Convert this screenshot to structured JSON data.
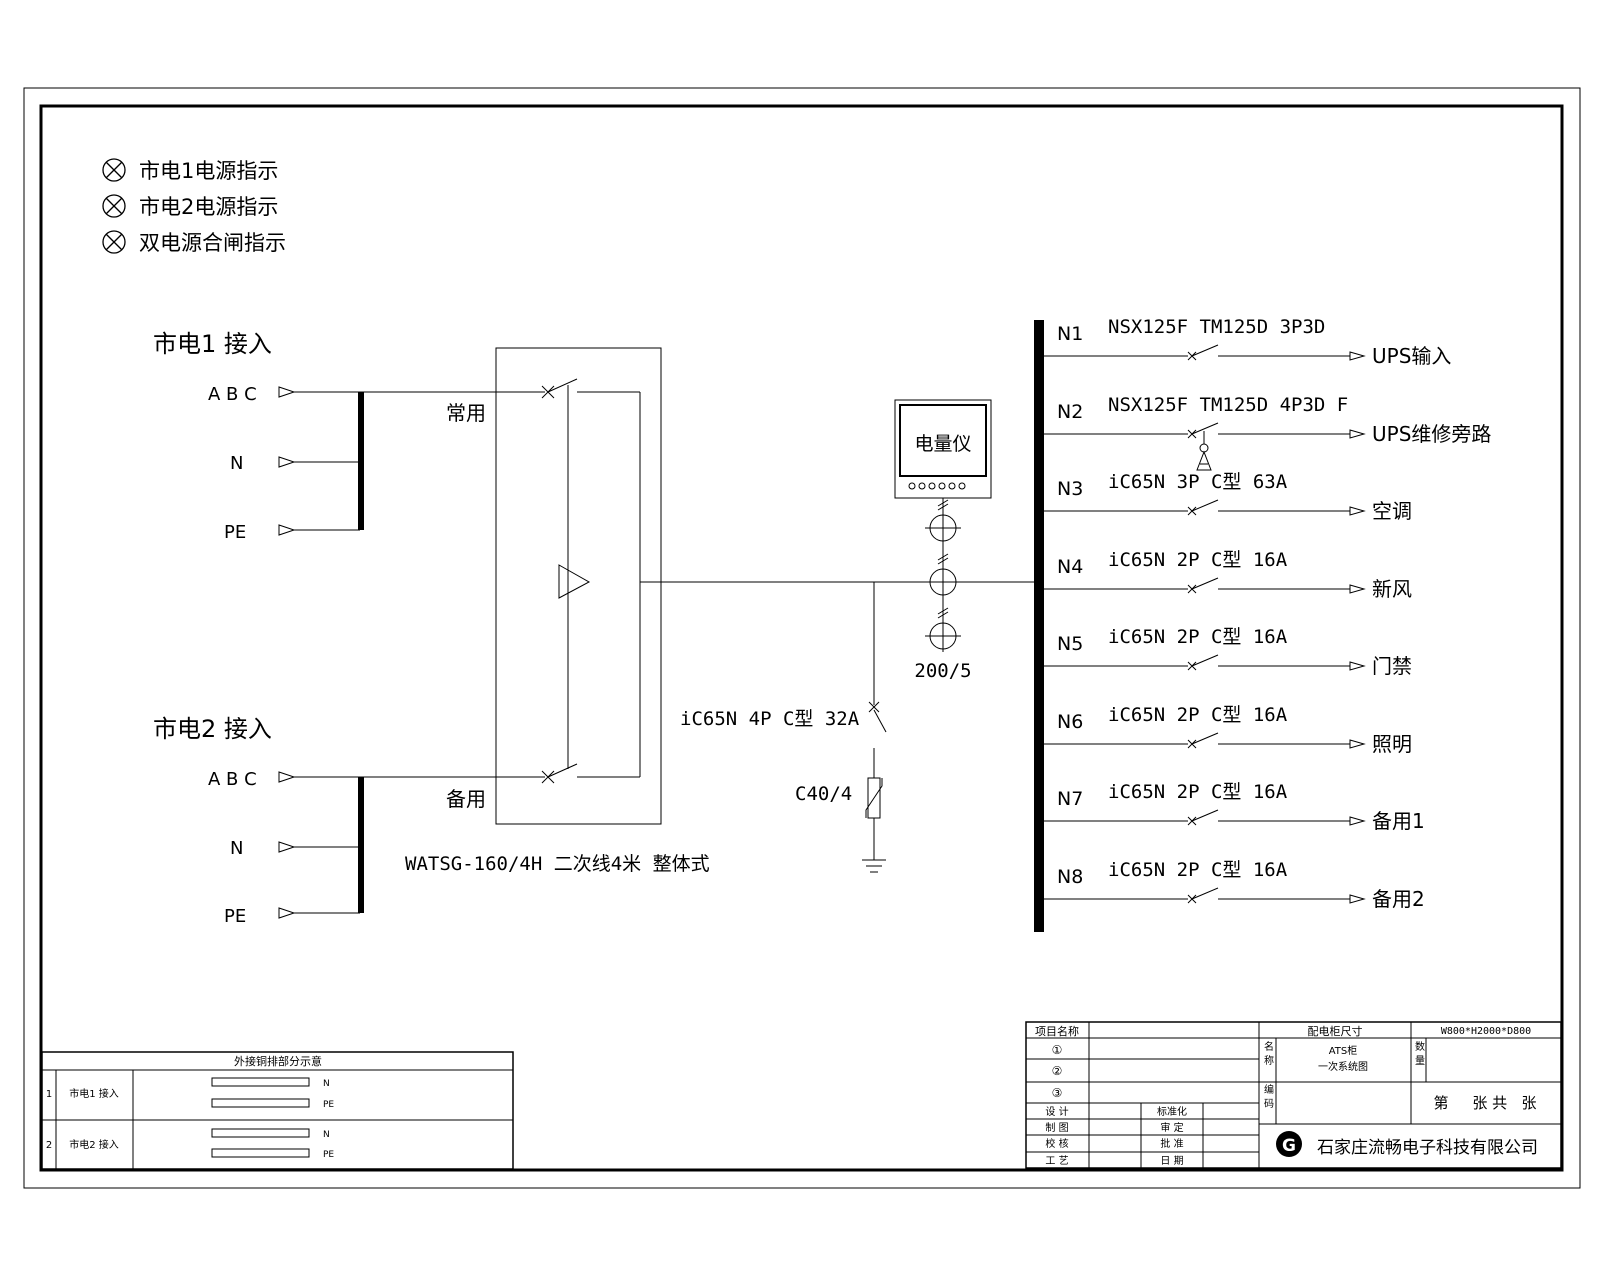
{
  "indicators": [
    "市电1电源指示",
    "市电2电源指示",
    "双电源合闸指示"
  ],
  "source1": {
    "title": "市电1 接入",
    "abc": "A B C",
    "n": "N",
    "pe": "PE"
  },
  "source2": {
    "title": "市电2 接入",
    "abc": "A B C",
    "n": "N",
    "pe": "PE"
  },
  "ats": {
    "normal_label": "常用",
    "backup_label": "备用",
    "model": "WATSG-160/4H 二次线4米  整体式"
  },
  "meter": {
    "label": "电量仪",
    "ct_ratio": "200/5"
  },
  "spd": {
    "breaker": "iC65N 4P C型 32A",
    "model": "C40/4"
  },
  "feeders": [
    {
      "id": "N1",
      "breaker": "NSX125F  TM125D  3P3D",
      "load": "UPS输入"
    },
    {
      "id": "N2",
      "breaker": "NSX125F  TM125D  4P3D  F",
      "load": "UPS维修旁路"
    },
    {
      "id": "N3",
      "breaker": "iC65N  3P  C型  63A",
      "load": "空调"
    },
    {
      "id": "N4",
      "breaker": "iC65N  2P  C型  16A",
      "load": "新风"
    },
    {
      "id": "N5",
      "breaker": "iC65N  2P  C型  16A",
      "load": "门禁"
    },
    {
      "id": "N6",
      "breaker": "iC65N  2P  C型  16A",
      "load": "照明"
    },
    {
      "id": "N7",
      "breaker": "iC65N  2P  C型  16A",
      "load": "备用1"
    },
    {
      "id": "N8",
      "breaker": "iC65N  2P  C型  16A",
      "load": "备用2"
    }
  ],
  "copper_table": {
    "title": "外接铜排部分示意",
    "rows": [
      {
        "no": "1",
        "name": "市电1 接入",
        "bar1": "N",
        "bar2": "PE"
      },
      {
        "no": "2",
        "name": "市电2 接入",
        "bar1": "N",
        "bar2": "PE"
      }
    ]
  },
  "title_block": {
    "project_name_label": "项目名称",
    "dim_label": "配电柜尺寸",
    "dim_value": "W800*H2000*D800",
    "rev1": "①",
    "rev2": "②",
    "rev3": "③",
    "name_label": "名称",
    "name_value_1": "ATS柜",
    "name_value_2": "一次系统图",
    "qty_label": "数量",
    "code_label": "编码",
    "sheet_text": "第     张 共   张",
    "design": "设    计",
    "drafting": "制    图",
    "checking": "校    核",
    "process": "工    艺",
    "standard": "标准化",
    "review": "审    定",
    "approve": "批    准",
    "date": "日    期",
    "company": "石家庄流畅电子科技有限公司"
  }
}
